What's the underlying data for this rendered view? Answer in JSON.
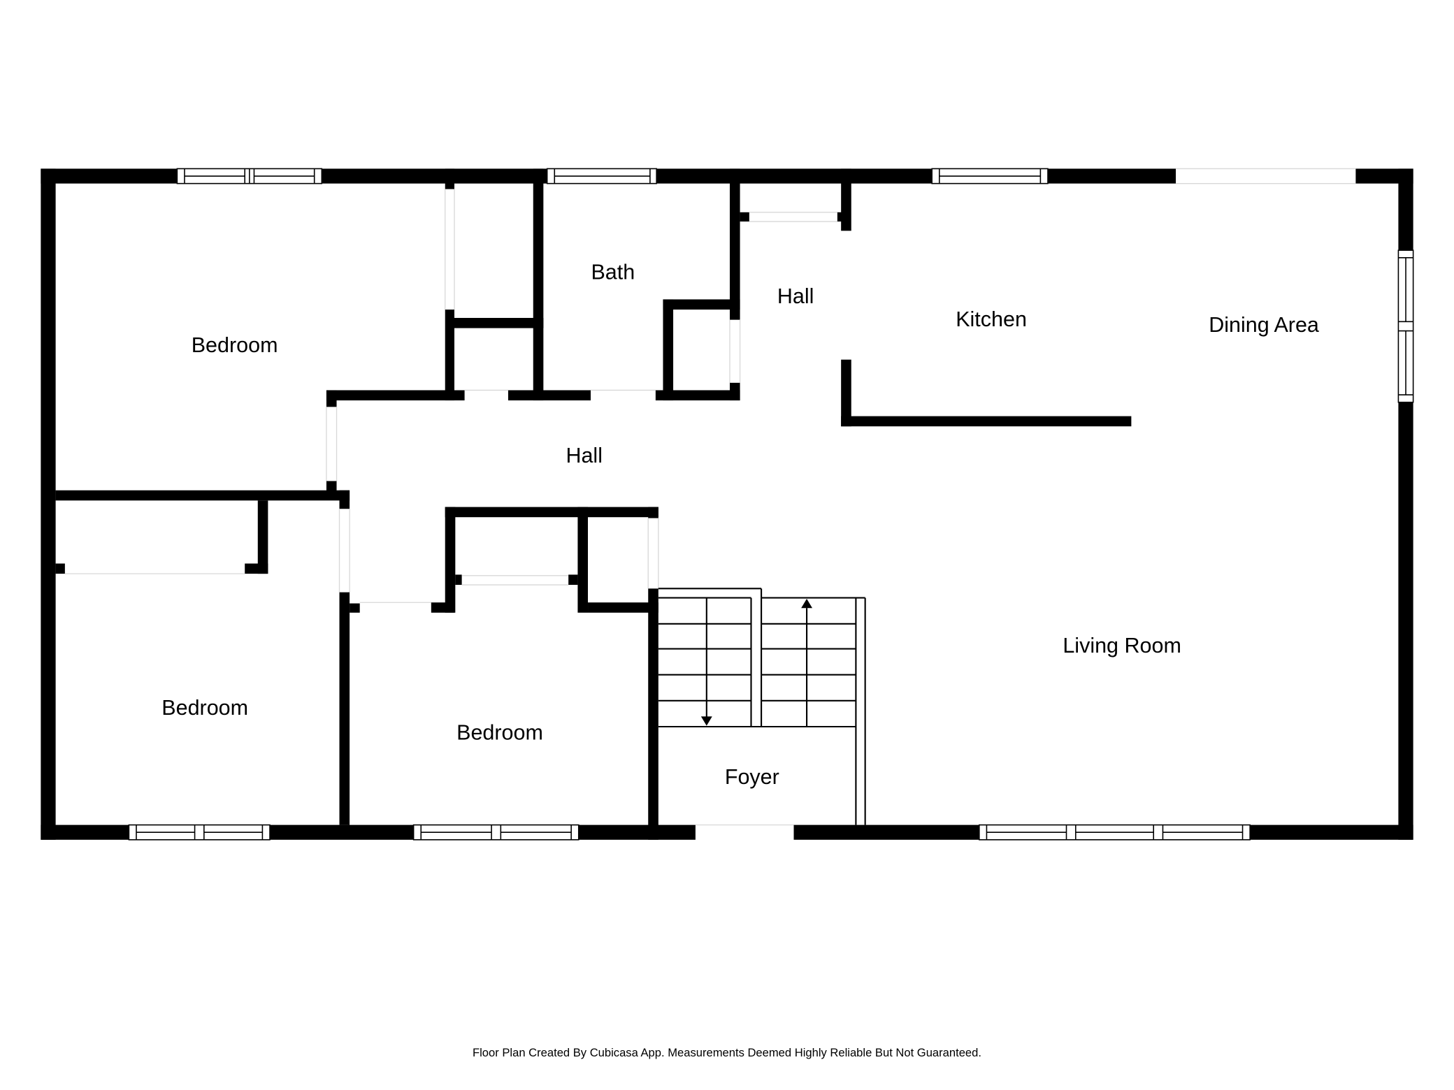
{
  "floorplan": {
    "rooms": [
      {
        "id": "bedroom-1",
        "label": "Bedroom"
      },
      {
        "id": "bath",
        "label": "Bath"
      },
      {
        "id": "hall-upper",
        "label": "Hall"
      },
      {
        "id": "kitchen",
        "label": "Kitchen"
      },
      {
        "id": "dining-area",
        "label": "Dining Area"
      },
      {
        "id": "hall-main",
        "label": "Hall"
      },
      {
        "id": "bedroom-2",
        "label": "Bedroom"
      },
      {
        "id": "bedroom-3",
        "label": "Bedroom"
      },
      {
        "id": "foyer",
        "label": "Foyer"
      },
      {
        "id": "living-room",
        "label": "Living Room"
      }
    ],
    "colors": {
      "wall": "#000000",
      "background": "#ffffff"
    }
  },
  "footer": {
    "text": "Floor Plan Created By Cubicasa App. Measurements Deemed Highly Reliable But Not Guaranteed."
  }
}
